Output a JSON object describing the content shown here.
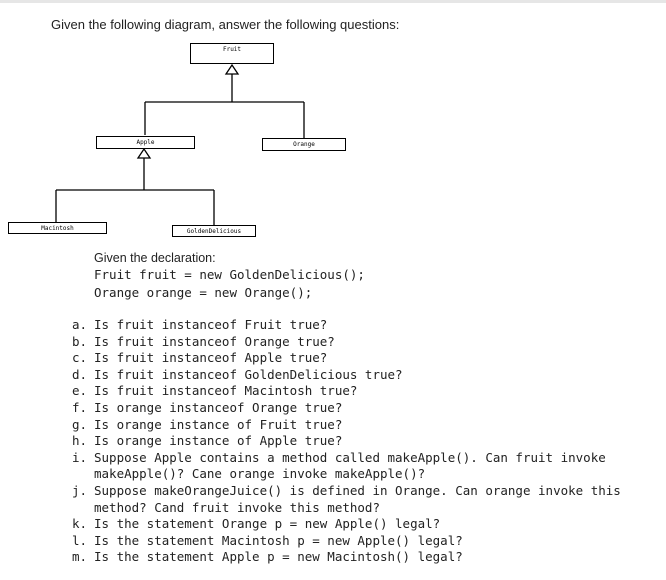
{
  "intro": "Given the following diagram, answer the following questions:",
  "diagram": {
    "fruit": "Fruit",
    "apple": "Apple",
    "orange": "Orange",
    "macintosh": "Macintosh",
    "golden": "GoldenDelicious"
  },
  "declaration": {
    "heading": "Given the declaration:",
    "line1": "Fruit fruit = new GoldenDelicious();",
    "line2": "Orange orange = new Orange();"
  },
  "questions": [
    {
      "letter": "a.",
      "text": "Is fruit instanceof Fruit true?"
    },
    {
      "letter": "b.",
      "text": "Is fruit instanceof Orange true?"
    },
    {
      "letter": "c.",
      "text": "Is fruit instanceof Apple true?"
    },
    {
      "letter": "d.",
      "text": "Is fruit instanceof GoldenDelicious true?"
    },
    {
      "letter": "e.",
      "text": "Is fruit instanceof Macintosh true?"
    },
    {
      "letter": "f.",
      "text": "Is orange instanceof Orange true?"
    },
    {
      "letter": "g.",
      "text": "Is orange instance of Fruit true?"
    },
    {
      "letter": "h.",
      "text": "Is orange instance of Apple true?"
    },
    {
      "letter": "i.",
      "text": "Suppose Apple contains a method called makeApple(). Can fruit invoke makeApple()? Cane orange invoke makeApple()?"
    },
    {
      "letter": "j.",
      "text": "Suppose makeOrangeJuice() is defined in Orange. Can orange invoke this method? Cand fruit invoke this method?"
    },
    {
      "letter": "k.",
      "text": "Is the statement Orange p = new Apple() legal?"
    },
    {
      "letter": "l.",
      "text": "Is the statement Macintosh p = new Apple() legal?"
    },
    {
      "letter": "m.",
      "text": "Is the statement Apple p = new Macintosh() legal?"
    }
  ]
}
